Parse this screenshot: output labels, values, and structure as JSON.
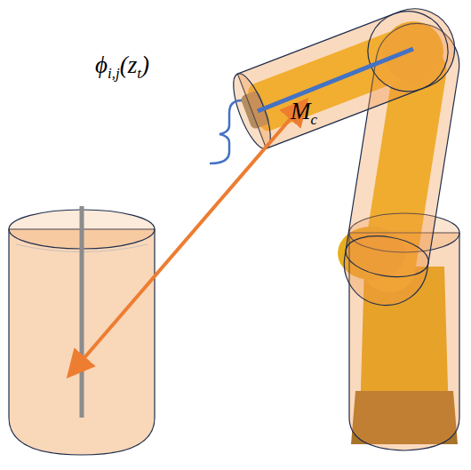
{
  "diagram": {
    "labels": [
      "ϕ",
      "i,j",
      "(z",
      "t",
      ")",
      "M",
      "c"
    ]
  }
}
